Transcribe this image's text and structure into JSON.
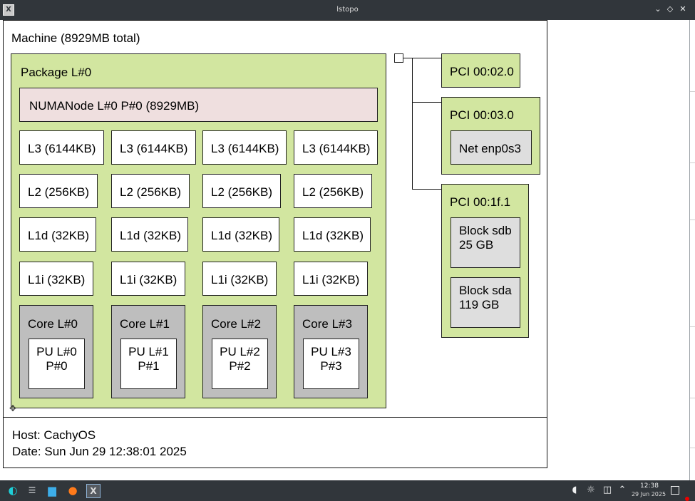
{
  "window": {
    "title": "lstopo",
    "controls": [
      "⌄",
      "◇",
      "✕"
    ]
  },
  "machine": {
    "label": "Machine (8929MB total)",
    "package": {
      "label": "Package L#0",
      "numa": "NUMANode L#0 P#0 (8929MB)",
      "l3": [
        "L3 (6144KB)",
        "L3 (6144KB)",
        "L3 (6144KB)",
        "L3 (6144KB)"
      ],
      "l2": [
        "L2 (256KB)",
        "L2 (256KB)",
        "L2 (256KB)",
        "L2 (256KB)"
      ],
      "l1d": [
        "L1d (32KB)",
        "L1d (32KB)",
        "L1d (32KB)",
        "L1d (32KB)"
      ],
      "l1i": [
        "L1i (32KB)",
        "L1i (32KB)",
        "L1i (32KB)",
        "L1i (32KB)"
      ],
      "cores": [
        {
          "label": "Core L#0",
          "pu_line1": "PU L#0",
          "pu_line2": "P#0"
        },
        {
          "label": "Core L#1",
          "pu_line1": "PU L#1",
          "pu_line2": "P#1"
        },
        {
          "label": "Core L#2",
          "pu_line1": "PU L#2",
          "pu_line2": "P#2"
        },
        {
          "label": "Core L#3",
          "pu_line1": "PU L#3",
          "pu_line2": "P#3"
        }
      ]
    },
    "pci": [
      {
        "label": "PCI 00:02.0"
      },
      {
        "label": "PCI 00:03.0",
        "devices": [
          {
            "line1": "Net enp0s3"
          }
        ]
      },
      {
        "label": "PCI 00:1f.1",
        "devices": [
          {
            "line1": "Block sdb",
            "line2": "25 GB"
          },
          {
            "line1": "Block sda",
            "line2": "119 GB"
          }
        ]
      }
    ]
  },
  "footer": {
    "host": "Host: CachyOS",
    "date": "Date: Sun Jun 29 12:38:01 2025"
  },
  "taskbar": {
    "apps": [
      "app-launcher-icon",
      "pager-icon",
      "file-manager-icon",
      "firefox-icon",
      "lstopo-icon"
    ],
    "clock_time": "12:38",
    "clock_date": "29 Jun 2025"
  },
  "colors": {
    "package": "#d2e6a0",
    "numa": "#efdfdf",
    "core": "#bebebe",
    "device": "#dedede",
    "titlebar": "#31363b"
  }
}
